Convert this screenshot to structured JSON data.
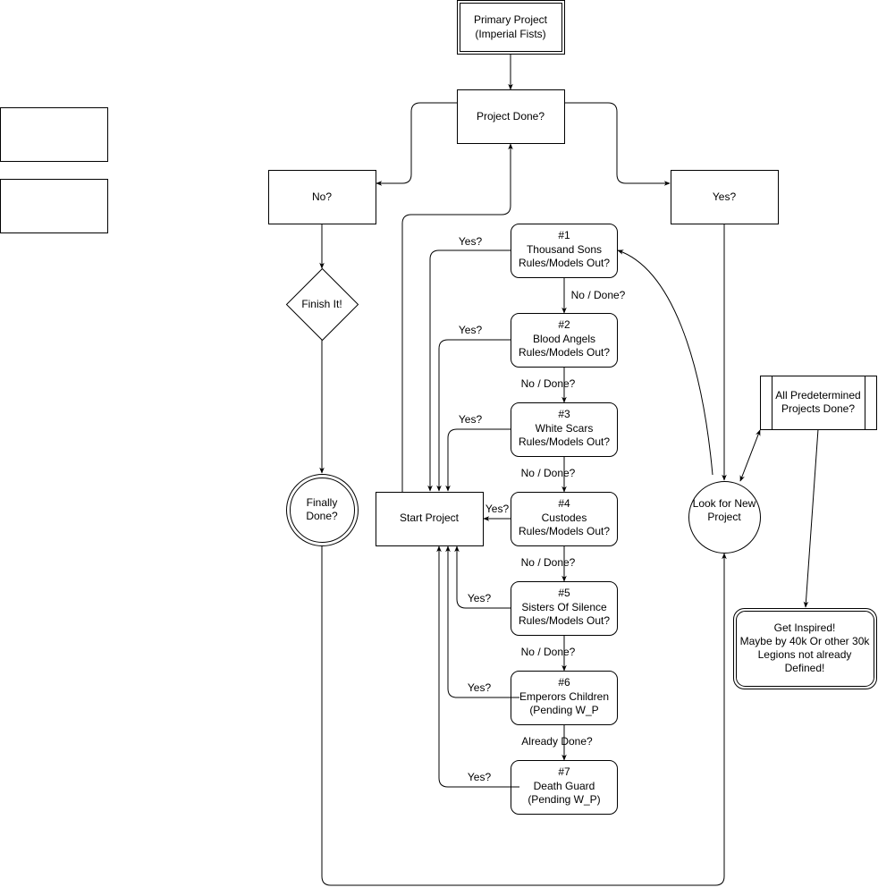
{
  "nodes": {
    "primary": [
      "Primary Project",
      "(Imperial Fists)"
    ],
    "project_done": "Project Done?",
    "no": "No?",
    "yes": "Yes?",
    "finish_it": "Finish It!",
    "finally_done": [
      "Finally",
      "Done?"
    ],
    "start_project": "Start Project",
    "look_new": [
      "Look for New",
      "Project"
    ],
    "all_predetermined": [
      "All Predetermined",
      "Projects Done?"
    ],
    "get_inspired": [
      "Get Inspired!",
      "Maybe by 40k Or other 30k",
      "Legions not already",
      "Defined!"
    ],
    "legions": [
      [
        "#1",
        "Thousand Sons",
        "Rules/Models Out?"
      ],
      [
        "#2",
        "Blood Angels",
        "Rules/Models Out?"
      ],
      [
        "#3",
        "White Scars",
        "Rules/Models Out?"
      ],
      [
        "#4",
        "Custodes",
        "Rules/Models Out?"
      ],
      [
        "#5",
        "Sisters Of Silence",
        "Rules/Models Out?"
      ],
      [
        "#6",
        "Emperors Children",
        "(Pending W_P"
      ],
      [
        "#7",
        "Death Guard",
        "(Pending W_P)"
      ]
    ]
  },
  "edge_labels": {
    "yes": "Yes?",
    "no_done": "No / Done?",
    "already_done": "Already Done?"
  }
}
